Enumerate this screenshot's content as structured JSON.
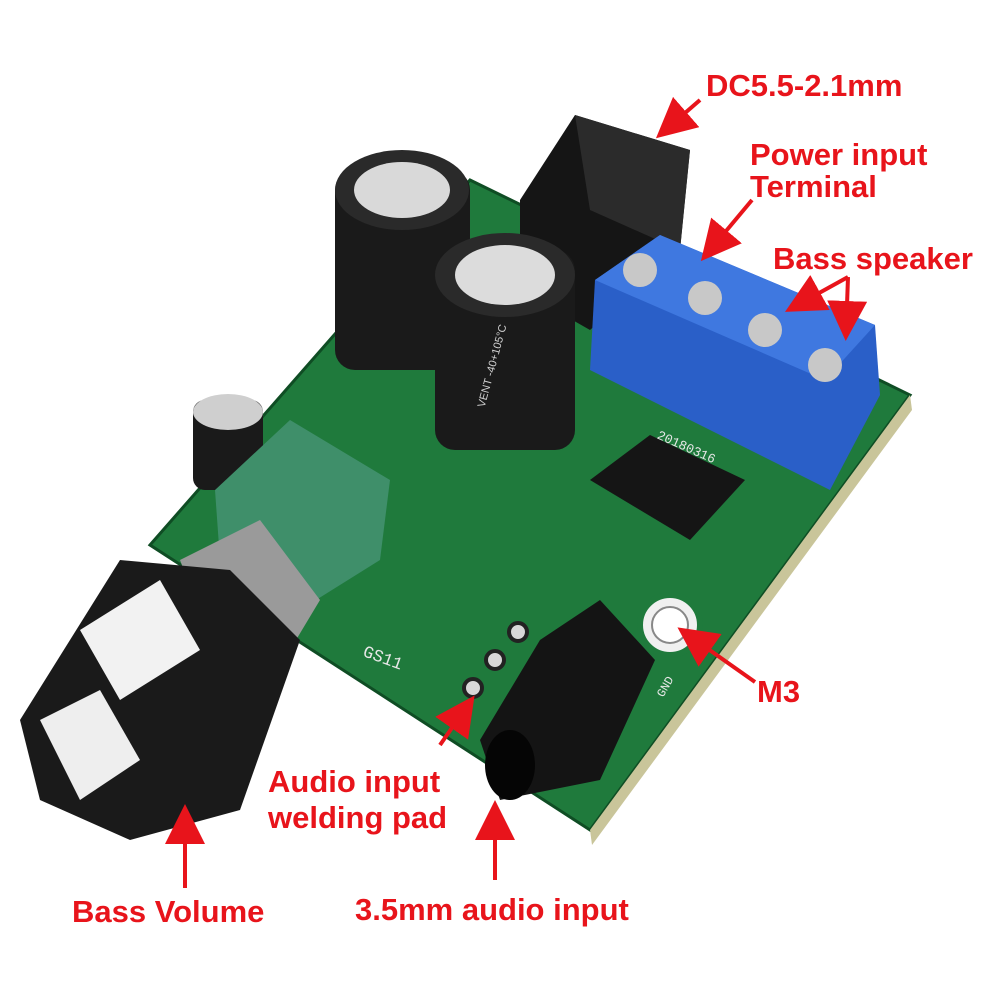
{
  "labels": {
    "dc_jack": "DC5.5-2.1mm",
    "power_input_line1": "Power input",
    "power_input_line2": "Terminal",
    "bass_speaker": "Bass speaker",
    "m3": "M3",
    "audio_pad_line1": "Audio input",
    "audio_pad_line2": "welding pad",
    "audio_jack": "3.5mm audio input",
    "bass_volume": "Bass Volume"
  },
  "board_markings": {
    "date_code": "20180316",
    "silkscreen_id": "GS11",
    "gnd": "GND",
    "capacitor_text": "VENT -40+105°C"
  },
  "colors": {
    "label": "#e8141b",
    "pcb": "#1f7a3c",
    "terminal": "#2a5fc8",
    "capacitor": "#1a1a1a",
    "knob_cap": "#f2f2f2"
  }
}
